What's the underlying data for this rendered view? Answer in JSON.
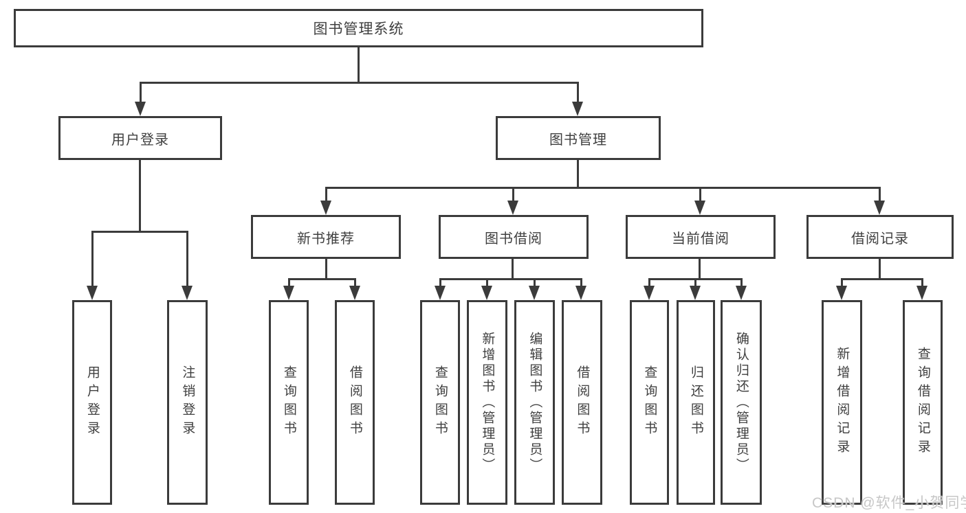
{
  "diagram": {
    "title": "图书管理系统",
    "branches": {
      "user_login": {
        "label": "用户登录",
        "children": [
          "用户登录",
          "注销登录"
        ]
      },
      "book_management": {
        "label": "图书管理",
        "sections": [
          {
            "label": "新书推荐",
            "children": [
              "查询图书",
              "借阅图书"
            ]
          },
          {
            "label": "图书借阅",
            "children": [
              "查询图书",
              "新增图书（管理员）",
              "编辑图书（管理员）",
              "借阅图书"
            ]
          },
          {
            "label": "当前借阅",
            "children": [
              "查询图书",
              "归还图书",
              "确认归还（管理员）"
            ]
          },
          {
            "label": "借阅记录",
            "children": [
              "新增借阅记录",
              "查询借阅记录"
            ]
          }
        ]
      }
    },
    "watermark": "CSDN @软件_小贺同学",
    "colors": {
      "line": "#3b3b3b",
      "text": "#3f3f3f",
      "watermark": "#c7c7c7"
    }
  }
}
